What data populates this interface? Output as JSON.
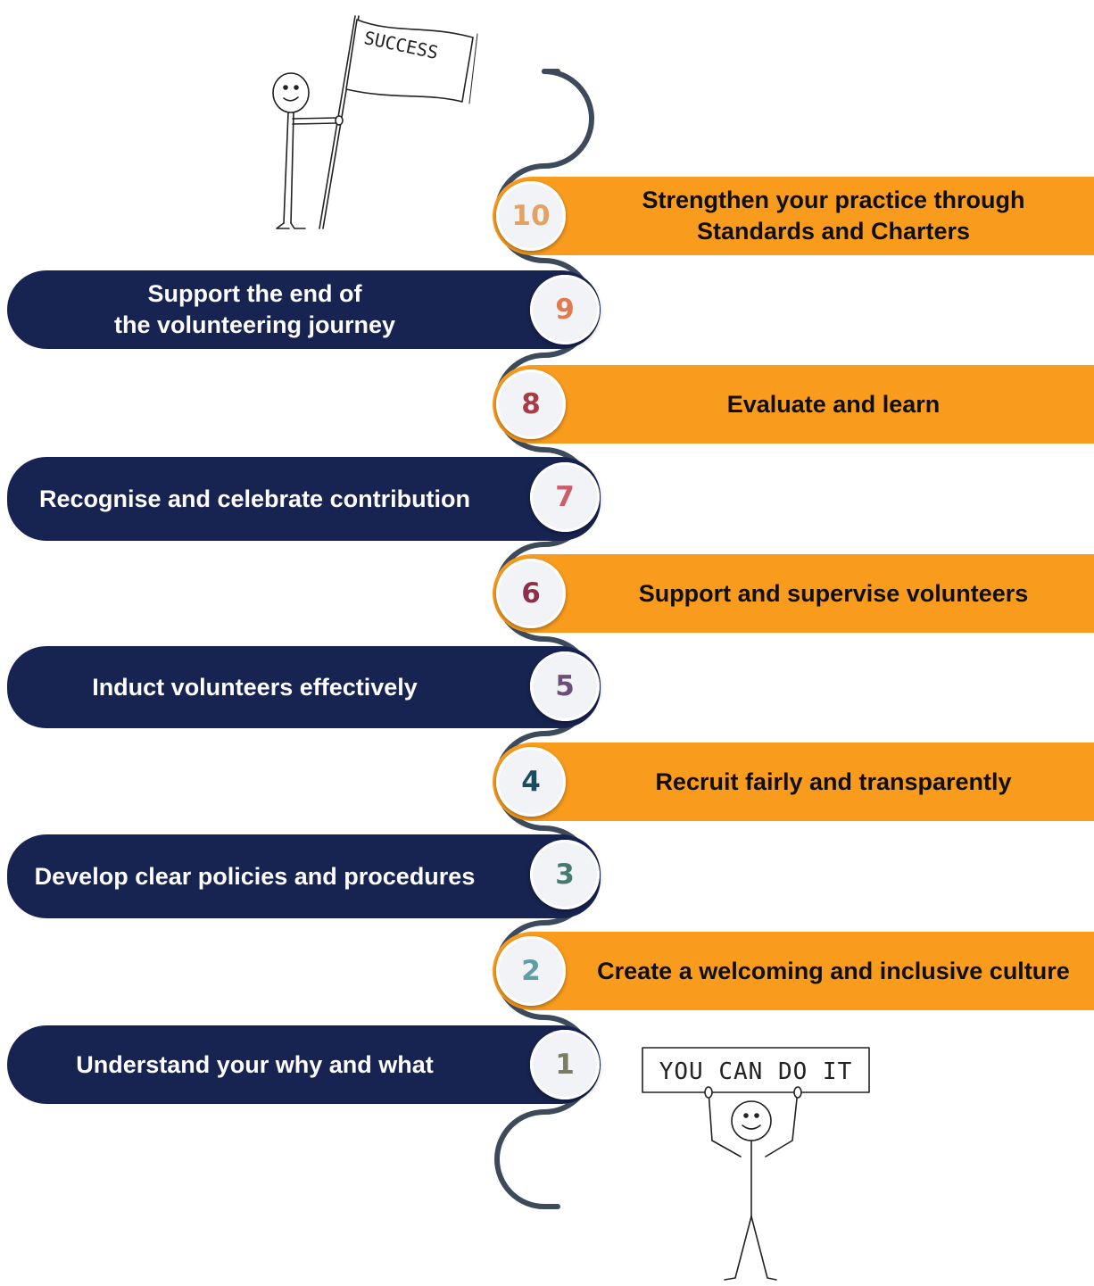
{
  "steps": [
    {
      "number": "10",
      "label": "Strengthen your practice through\nStandards and Charters",
      "color": "#e3a261"
    },
    {
      "number": "9",
      "label": "Support the end of\nthe volunteering journey",
      "color": "#e07a4f"
    },
    {
      "number": "8",
      "label": "Evaluate and learn",
      "color": "#a63c48"
    },
    {
      "number": "7",
      "label": "Recognise and celebrate contribution",
      "color": "#cc5c6a"
    },
    {
      "number": "6",
      "label": "Support and supervise volunteers",
      "color": "#8e3049"
    },
    {
      "number": "5",
      "label": "Induct volunteers effectively",
      "color": "#6b4f78"
    },
    {
      "number": "4",
      "label": "Recruit fairly and transparently",
      "color": "#1b4d5c"
    },
    {
      "number": "3",
      "label": "Develop clear policies and procedures",
      "color": "#467a6f"
    },
    {
      "number": "2",
      "label": "Create a welcoming and inclusive culture",
      "color": "#5f9ea4"
    },
    {
      "number": "1",
      "label": "Understand your why and what",
      "color": "#7b7d63"
    }
  ],
  "illustrations": {
    "flag_text": "SUCCESS",
    "sign_text": "YOU CAN DO IT"
  },
  "colors": {
    "left_pill": "#172351",
    "right_pill": "#f99c1e",
    "connector": "#3d4a5c"
  }
}
